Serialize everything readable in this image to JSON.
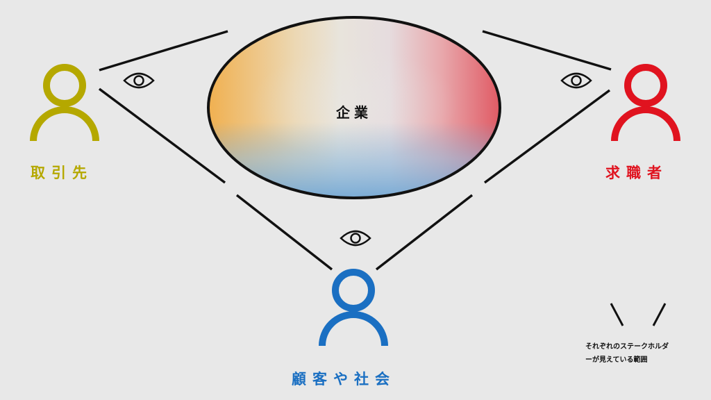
{
  "center": {
    "label": "企業"
  },
  "stakeholders": [
    {
      "label": "取引先",
      "color": "#b5a800"
    },
    {
      "label": "求職者",
      "color": "#e0131f"
    },
    {
      "label": "顧客や社会",
      "color": "#1a6fc2"
    }
  ],
  "note": {
    "line1": "それぞれのステークホルダ",
    "line2": "ーが見えている範囲"
  },
  "colors": {
    "background": "#e8e8e8",
    "ellipse_left": "#f0b050",
    "ellipse_right": "#e05a64",
    "ellipse_bottom": "#74a8d4",
    "stroke": "#111111"
  }
}
